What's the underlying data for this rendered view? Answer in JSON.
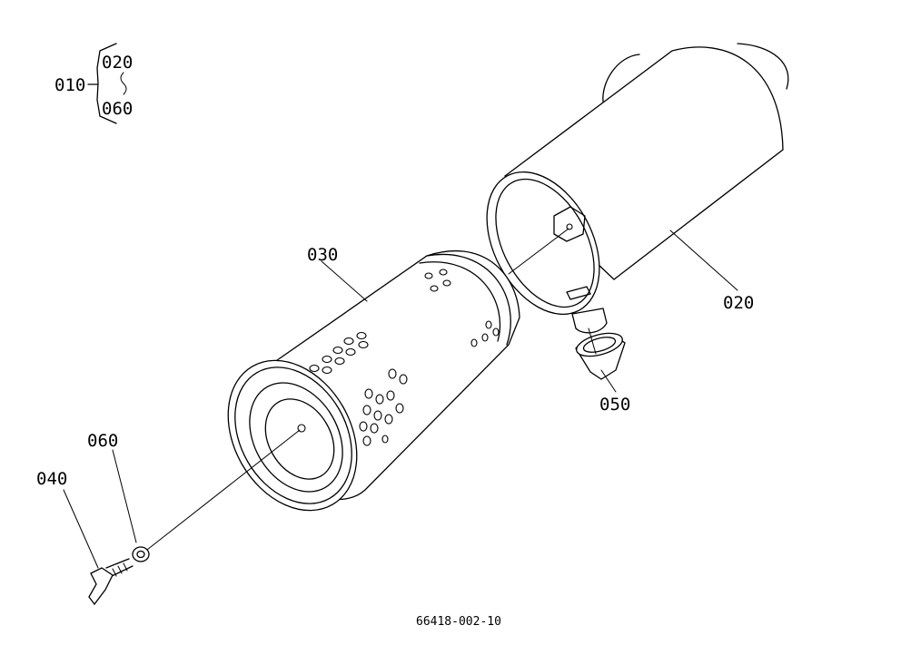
{
  "callouts": {
    "assembly": "010",
    "range_start": "020",
    "range_end": "060",
    "outer_cover": "020",
    "element": "030",
    "wing_bolt": "040",
    "evacuator_valve": "050",
    "washer": "060"
  },
  "drawing_number": "66418-002-10"
}
